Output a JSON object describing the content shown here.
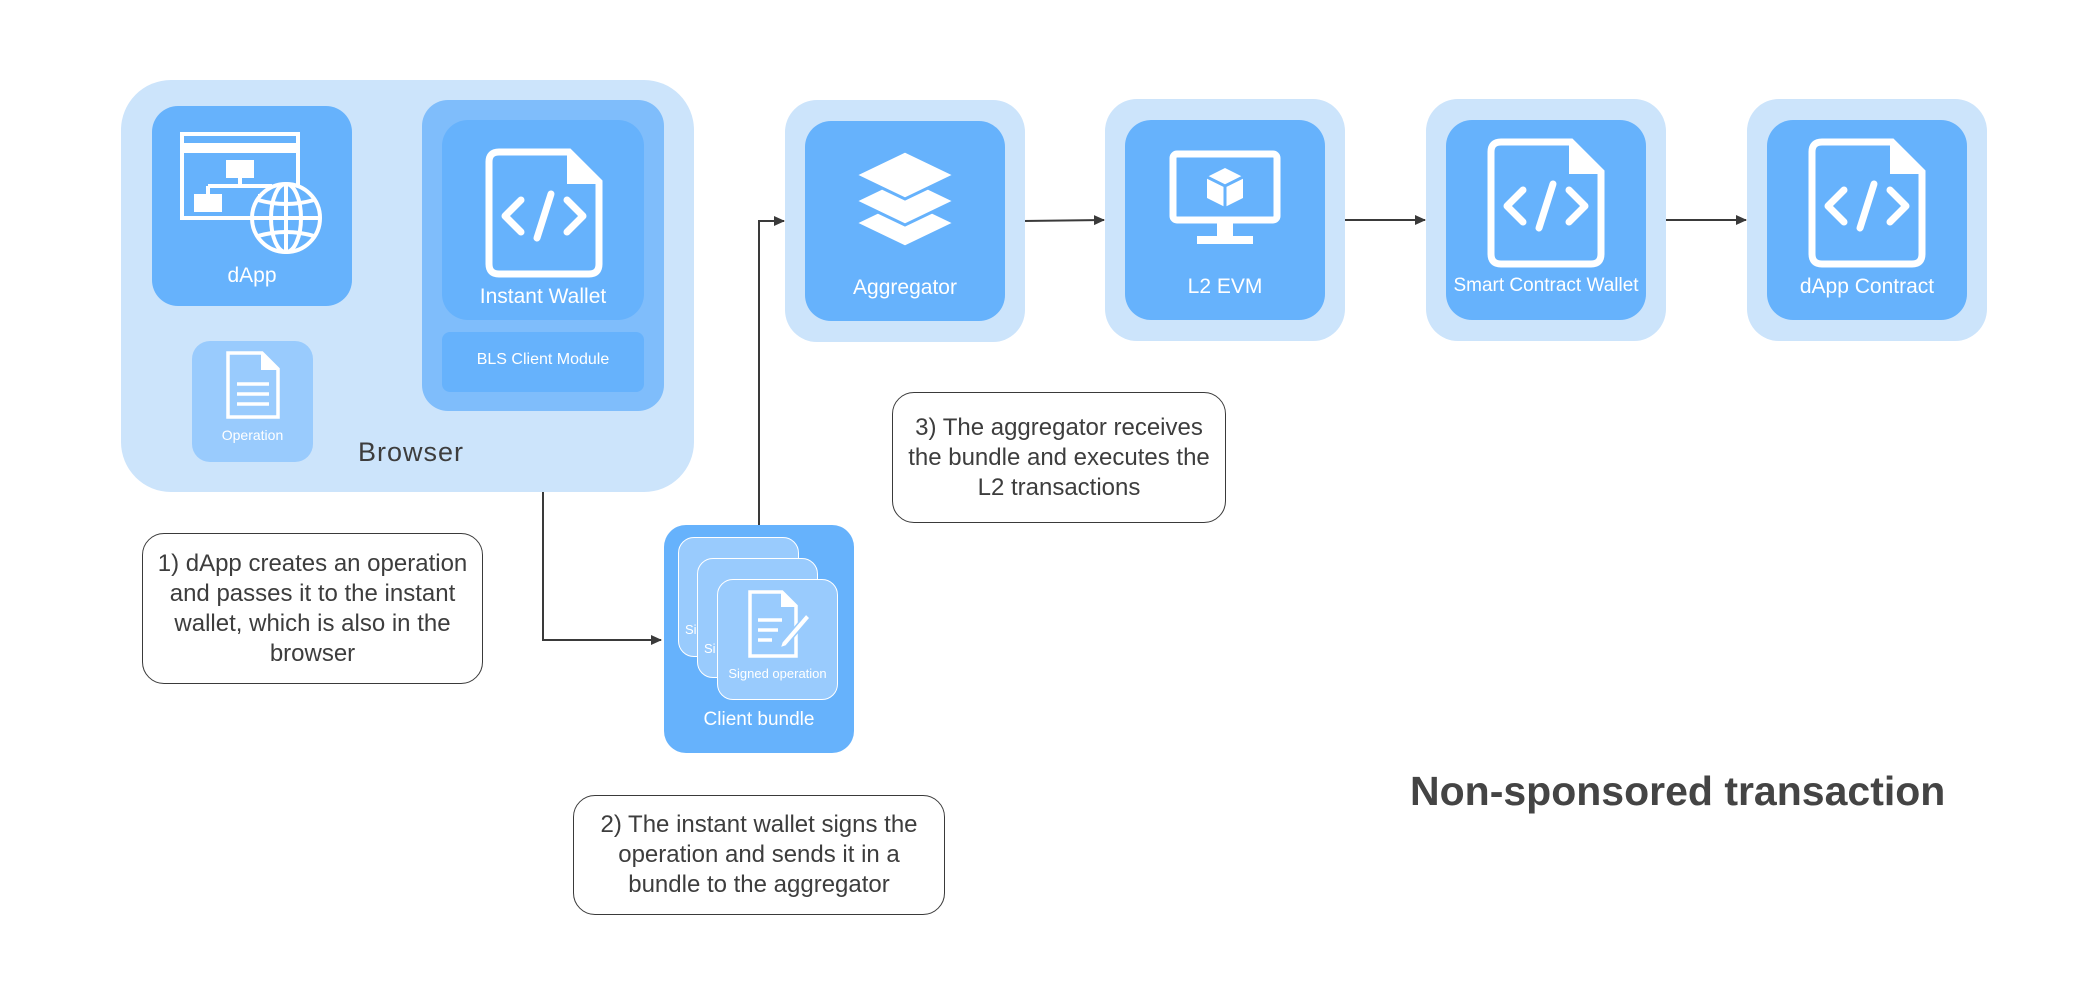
{
  "browser": {
    "label": "Browser",
    "dapp": {
      "label": "dApp",
      "icon": "website-sitemap-globe-icon"
    },
    "operation": {
      "label": "Operation",
      "icon": "document-icon"
    },
    "instant_wallet": {
      "label": "Instant Wallet",
      "icon": "code-file-icon"
    },
    "bls_module": {
      "label": "BLS Client Module"
    }
  },
  "client_bundle": {
    "label": "Client bundle",
    "card_label": "Signed operation",
    "back_card_label_1": "Si",
    "back_card_label_2": "Si",
    "icon": "signed-document-icon"
  },
  "pipeline": [
    {
      "label": "Aggregator",
      "icon": "layers-icon"
    },
    {
      "label": "L2 EVM",
      "icon": "monitor-cube-icon"
    },
    {
      "label": "Smart Contract Wallet",
      "icon": "code-file-icon"
    },
    {
      "label": "dApp Contract",
      "icon": "code-file-icon"
    }
  ],
  "notes": {
    "step1": "1) dApp creates an operation and passes it to the instant wallet, which is also in the browser",
    "step2": "2) The instant wallet signs the operation and sends it in a bundle to the aggregator",
    "step3": "3) The aggregator receives the bundle and executes the L2 transactions"
  },
  "title": "Non-sponsored transaction",
  "colors": {
    "outer_fill": "#cce4fb",
    "inner_fill": "#66b2fc",
    "light_fill": "#99cbfd",
    "text_dark": "#3d3d3d",
    "connector": "#3a3a3a"
  }
}
